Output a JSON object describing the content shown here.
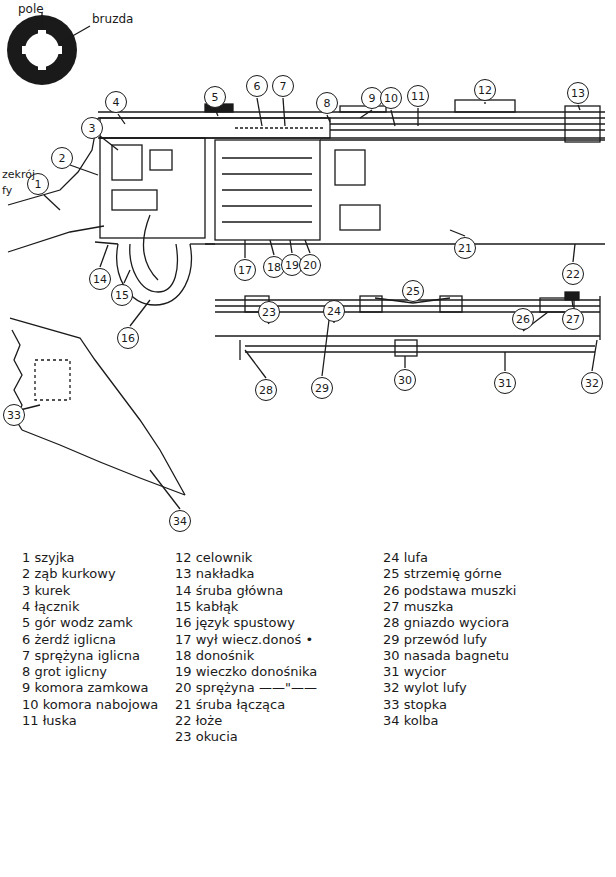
{
  "diagram": {
    "nodes": [
      {
        "text": [
          "1"
        ]
      },
      {
        "text": [
          "2"
        ]
      },
      {
        "text": [
          "3"
        ]
      },
      {
        "text": [
          "4"
        ]
      },
      {
        "text": [
          "5"
        ]
      },
      {
        "text": [
          "6"
        ]
      },
      {
        "text": [
          "7"
        ]
      },
      {
        "text": [
          "8"
        ]
      },
      {
        "text": [
          "9"
        ]
      },
      {
        "text": [
          "10"
        ]
      },
      {
        "text": [
          "11"
        ]
      },
      {
        "text": [
          "12"
        ]
      },
      {
        "text": [
          "13"
        ]
      },
      {
        "text": [
          "14"
        ]
      },
      {
        "text": [
          "15"
        ]
      },
      {
        "text": [
          "16"
        ]
      },
      {
        "text": [
          "17"
        ]
      },
      {
        "text": [
          "18"
        ]
      },
      {
        "text": [
          "19"
        ]
      },
      {
        "text": [
          "20"
        ]
      },
      {
        "text": [
          "21"
        ]
      },
      {
        "text": [
          "22"
        ]
      },
      {
        "text": [
          "23"
        ]
      },
      {
        "text": [
          "24"
        ]
      },
      {
        "text": [
          "25"
        ]
      },
      {
        "text": [
          "26"
        ]
      },
      {
        "text": [
          "27"
        ]
      },
      {
        "text": [
          "28"
        ]
      },
      {
        "text": [
          "29"
        ]
      },
      {
        "text": [
          "30"
        ]
      },
      {
        "text": [
          "31"
        ]
      },
      {
        "text": [
          "32"
        ]
      },
      {
        "text": [
          "33"
        ]
      },
      {
        "text": [
          "34"
        ]
      }
    ],
    "labels": [
      "pole",
      "bruzda",
      "zekrój",
      "fy",
      "1 szyjka",
      "2 ząb kurkowy",
      "3 kurek",
      "4 łącznik",
      "5 gór wodz zamk",
      "6 żerdź iglicna",
      "7 sprężyna iglicna",
      "8 grot iglicny",
      "9 komora zamkowa",
      "10 komora nabojowa",
      "11 łuska",
      "12 celownik",
      "13 nakładka",
      "14 śruba główna",
      "15 kabłąk",
      "16 język spustowy",
      "17 wył wiecz.donoś •",
      "18 donośnik",
      "19 wieczko donośnika",
      "20 sprężyna ——\"——",
      "21 śruba łącząca",
      "22 łoże",
      "23 okucia",
      "24 lufa",
      "25 strzemię górne",
      "26 podstawa muszki",
      "27 muszka",
      "28 gniazdo wyciora",
      "29 przewód lufy",
      "30 nasada bagnetu",
      "31 wycior",
      "32 wylot lufy",
      "33 stopka",
      "34 kolba"
    ]
  }
}
